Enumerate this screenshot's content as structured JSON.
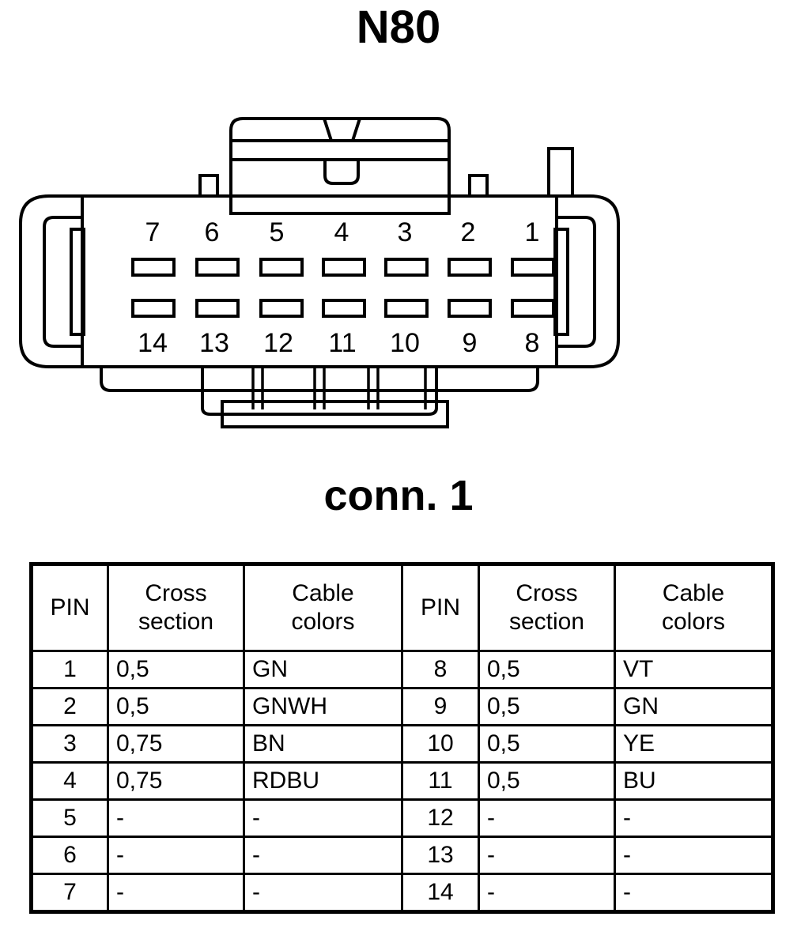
{
  "page": {
    "title": "N80",
    "subtitle": "conn. 1",
    "ink_color": "#000000",
    "background_color": "#ffffff"
  },
  "connector": {
    "name": "N80 conn. 1",
    "pin_count": 14,
    "top_row_pins": [
      "7",
      "6",
      "5",
      "4",
      "3",
      "2",
      "1"
    ],
    "bottom_row_pins": [
      "14",
      "13",
      "12",
      "11",
      "10",
      "9",
      "8"
    ]
  },
  "table": {
    "headers": {
      "pin": "PIN",
      "cross_line1": "Cross",
      "cross_line2": "section",
      "cable_line1": "Cable",
      "cable_line2": "colors"
    },
    "rows": [
      {
        "left_pin": "1",
        "left_cross": "0,5",
        "left_cable": "GN",
        "right_pin": "8",
        "right_cross": "0,5",
        "right_cable": "VT"
      },
      {
        "left_pin": "2",
        "left_cross": "0,5",
        "left_cable": "GNWH",
        "right_pin": "9",
        "right_cross": "0,5",
        "right_cable": "GN"
      },
      {
        "left_pin": "3",
        "left_cross": "0,75",
        "left_cable": "BN",
        "right_pin": "10",
        "right_cross": "0,5",
        "right_cable": "YE"
      },
      {
        "left_pin": "4",
        "left_cross": "0,75",
        "left_cable": "RDBU",
        "right_pin": "11",
        "right_cross": "0,5",
        "right_cable": "BU"
      },
      {
        "left_pin": "5",
        "left_cross": "-",
        "left_cable": "-",
        "right_pin": "12",
        "right_cross": "-",
        "right_cable": "-"
      },
      {
        "left_pin": "6",
        "left_cross": "-",
        "left_cable": "-",
        "right_pin": "13",
        "right_cross": "-",
        "right_cable": "-"
      },
      {
        "left_pin": "7",
        "left_cross": "-",
        "left_cable": "-",
        "right_pin": "14",
        "right_cross": "-",
        "right_cable": "-"
      }
    ]
  }
}
